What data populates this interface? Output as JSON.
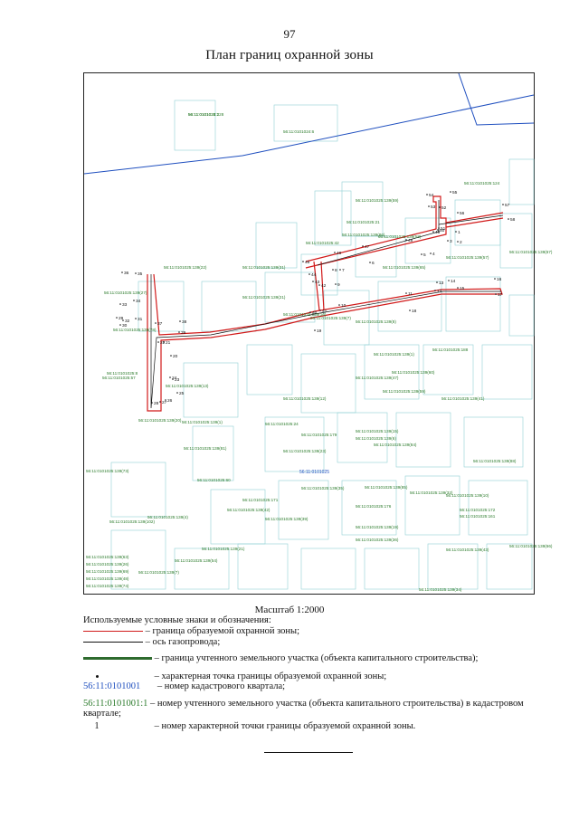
{
  "page": {
    "number": "97",
    "title": "План границ охранной зоны"
  },
  "map": {
    "quarter_label": "56:11:0101025",
    "parcel_labels": [
      "56:11:0101024:228",
      "56:11:0101024:6",
      "56:11:0101025:124",
      "56:11:0101025:139(59)",
      "56:11:0101025:21",
      "56:11:0101025:139(86)",
      "56:11:0101025:139(58)",
      "56:11:0101025:42",
      "56:11:0101025:139(67)",
      "56:11:0101025:139(22)",
      "56:11:0101025:139(31)",
      "56:11:0101025:139(65)",
      "56:11:0101025:139(57)",
      "56:11:0101025:139(27)",
      "56:11:0101025:139(21)",
      "56:11:0101025:139(16)",
      "56:11:0101025:139(8)",
      "56:11:0101025:139(78)",
      "56:11:0101025:139(7)",
      "56:11:0101025:139(1)",
      "56:11:0101025:188",
      "56:11:0101025:8",
      "56:11:0101025:57",
      "56:11:0101025:139(13)",
      "56:11:0101025:139(12)",
      "56:11:0101025:139(47)",
      "56:11:0101025:139(59)",
      "56:11:0101025:139(60)",
      "56:11:0101025:139(41)",
      "56:11:0101025:139(20)",
      "56:11:0101025:139(1)",
      "56:11:0101025:24",
      "56:11:0101025:179",
      "56:11:0101025:139(15)",
      "56:11:0101025:139(6)",
      "56:11:0101025:139(84)",
      "56:11:0101025:139(81)",
      "56:11:0101025:139(23)",
      "56:11:0101025:139(88)",
      "56:11:0101025:139(73)",
      "56:11:0101025:60",
      "56:11:0101025:139(35)",
      "56:11:0101025:139(85)",
      "56:11:0101025:139(32)",
      "56:11:0101025:139(10)",
      "56:11:0101025:171",
      "56:11:0101025:176",
      "56:11:0101025:139(42)",
      "56:11:0101025:172",
      "56:11:0101025:139(4)",
      "56:11:0101025:139(39)",
      "56:11:0101025:139(19)",
      "56:11:0101025:161",
      "56:11:0101025:139(102)",
      "56:11:0101025:139(36)",
      "56:11:0101025:139(43)",
      "56:11:0101025:139(66)",
      "56:11:0101025:139(21)",
      "56:11:0101025:139(54)",
      "56:11:0101025:139(7)",
      "56:11:0101025:139(63)",
      "56:11:0101025:139(26)",
      "56:11:0101025:139(69)",
      "56:11:0101025:139(48)",
      "56:11:0101025:139(74)",
      "56:11:0101025:139(34)",
      "56:11:0101025:1"
    ],
    "point_numbers": [
      "1",
      "2",
      "3",
      "4",
      "5",
      "6",
      "7",
      "8",
      "9",
      "10",
      "11",
      "12",
      "13",
      "14",
      "15",
      "16",
      "17",
      "18",
      "19",
      "20",
      "21",
      "22",
      "23",
      "24",
      "25",
      "26",
      "27",
      "28",
      "29",
      "30",
      "31",
      "32",
      "33",
      "34",
      "35",
      "36",
      "37",
      "38",
      "39",
      "40",
      "41",
      "42",
      "43",
      "44",
      "45",
      "46",
      "47",
      "48",
      "49",
      "50",
      "51",
      "52",
      "53",
      "54",
      "55",
      "56",
      "57",
      "58"
    ]
  },
  "scale": "Масштаб 1:2000",
  "legend": {
    "title": "Используемые условные знаки и обозначения:",
    "zone_boundary": "– граница образуемой охранной зоны;",
    "gas_axis": "– ось газопровода;",
    "parcel_boundary": "– граница учтенного земельного участка (объекта капитального строительства);",
    "char_point": "– характерная точка границы образуемой охранной зоны;",
    "quarter_code": "56:11:0101001",
    "quarter_desc": "– номер кадастрового квартала;",
    "parcel_code": "56:11:0101001:1",
    "parcel_desc": "– номер учтенного земельного участка (объекта капитального строительства) в кадастровом квартале;",
    "point_number_sample": "1",
    "point_number_desc": "– номер характерной точки границы образуемой охранной зоны."
  },
  "colors": {
    "zone": "#d11919",
    "axis": "#111111",
    "parcel": "#2e6b2e",
    "quarter_boundary": "#1f4fbf",
    "parcel_outline": "#8fd0d4"
  }
}
